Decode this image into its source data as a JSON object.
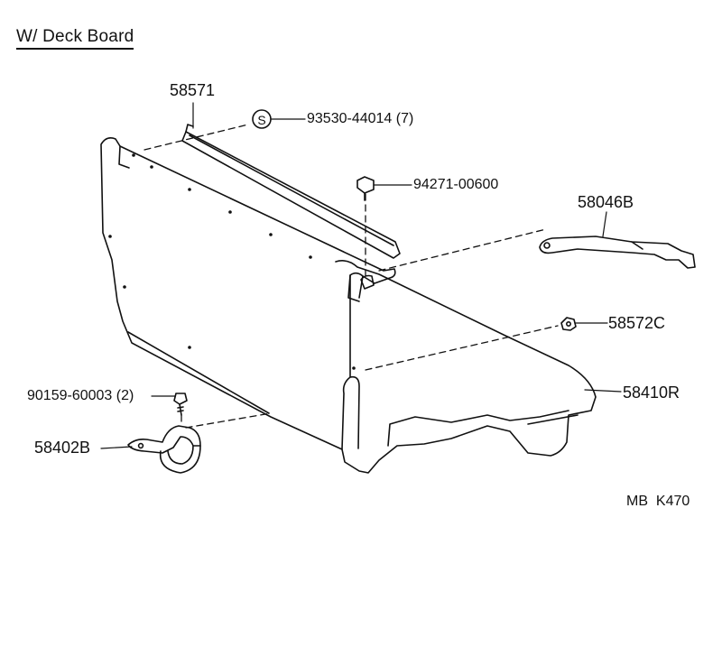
{
  "title": "W/ Deck Board",
  "parts": {
    "p58571": "58571",
    "p93530": "93530-44014 (7)",
    "p94271": "94271-00600",
    "p58046b": "58046B",
    "p58572c": "58572C",
    "p58410r": "58410R",
    "p90159": "90159-60003 (2)",
    "p58402b": "58402B"
  },
  "symbol": "S",
  "footer": "MB  K470"
}
